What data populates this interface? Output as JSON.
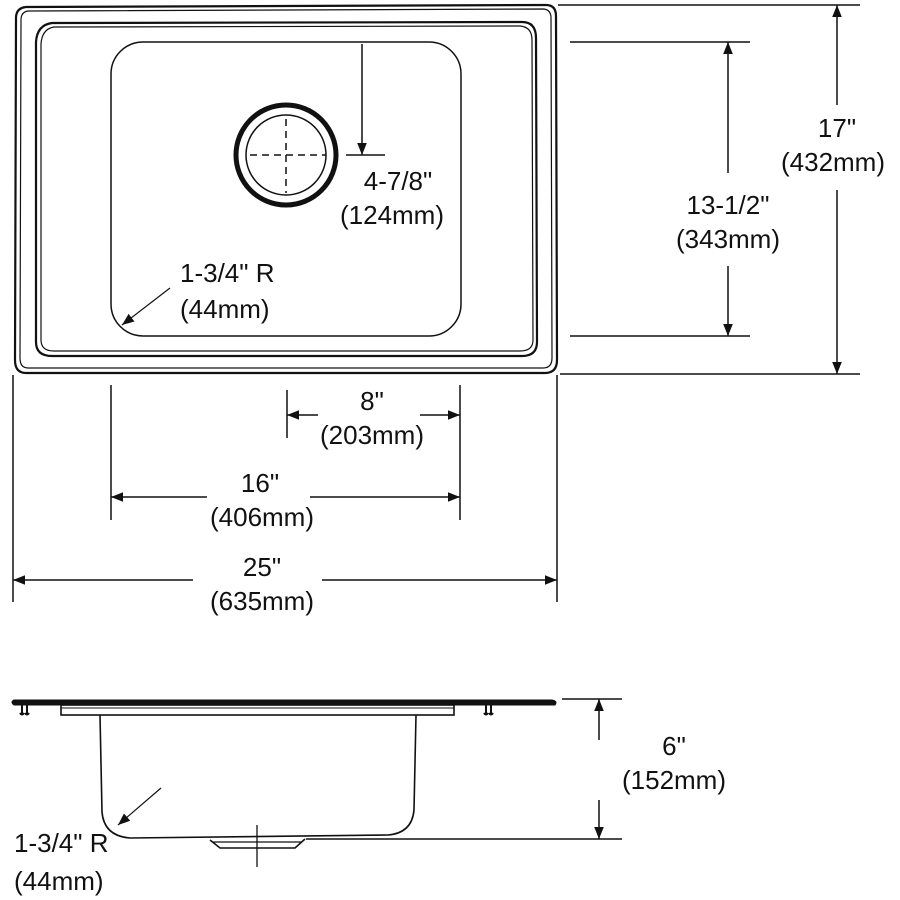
{
  "drawing": {
    "title": "Single bowl sink dimension drawing",
    "line_color": "#111111",
    "background": "#ffffff"
  },
  "top_view": {
    "drain_offset": {
      "imperial": "4-7/8\"",
      "metric": "(124mm)"
    },
    "bowl_corner_radius": {
      "imperial": "1-3/4\" R",
      "metric": "(44mm)"
    },
    "bowl_length": {
      "imperial": "13-1/2\"",
      "metric": "(343mm)"
    },
    "overall_length": {
      "imperial": "17\"",
      "metric": "(432mm)"
    },
    "drain_center_width": {
      "imperial": "8\"",
      "metric": "(203mm)"
    },
    "bowl_width": {
      "imperial": "16\"",
      "metric": "(406mm)"
    },
    "overall_width": {
      "imperial": "25\"",
      "metric": "(635mm)"
    }
  },
  "side_view": {
    "bowl_depth": {
      "imperial": "6\"",
      "metric": "(152mm)"
    },
    "bowl_corner_radius": {
      "imperial": "1-3/4\" R",
      "metric": "(44mm)"
    }
  }
}
